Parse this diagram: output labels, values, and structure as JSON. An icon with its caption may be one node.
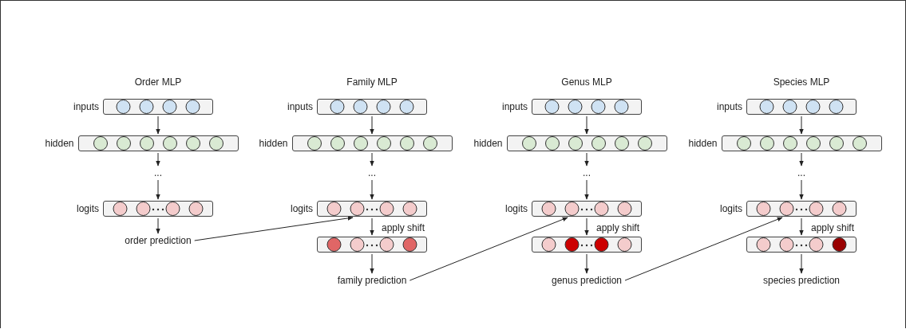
{
  "diagram": {
    "nodes": [
      {
        "text": [],
        "shape": "box",
        "beside": [
          "inputs"
        ]
      },
      {
        "text": [],
        "shape": "box",
        "beside": [
          "hidden"
        ]
      },
      {
        "text": [
          "..."
        ]
      },
      {
        "text": [],
        "shape": "box",
        "beside": [
          "logits"
        ]
      },
      {
        "text": [
          "order prediction"
        ]
      },
      {
        "text": [],
        "shape": "box",
        "beside": [
          "inputs"
        ]
      },
      {
        "text": [],
        "shape": "box",
        "beside": [
          "hidden"
        ]
      },
      {
        "text": [
          "..."
        ]
      },
      {
        "text": [],
        "shape": "box",
        "beside": [
          "logits"
        ]
      },
      {
        "text": [],
        "shape": "box"
      },
      {
        "text": [
          "family prediction"
        ]
      },
      {
        "text": [],
        "shape": "box",
        "beside": [
          "inputs"
        ]
      },
      {
        "text": [],
        "shape": "box",
        "beside": [
          "hidden"
        ]
      },
      {
        "text": [
          "..."
        ]
      },
      {
        "text": [],
        "shape": "box",
        "beside": [
          "logits"
        ]
      },
      {
        "text": [],
        "shape": "box"
      },
      {
        "text": [
          "genus prediction"
        ]
      },
      {
        "text": [],
        "shape": "box",
        "beside": [
          "inputs"
        ]
      },
      {
        "text": [],
        "shape": "box",
        "beside": [
          "hidden"
        ]
      },
      {
        "text": [
          "..."
        ]
      },
      {
        "text": [],
        "shape": "box",
        "beside": [
          "logits"
        ]
      },
      {
        "text": [],
        "shape": "box"
      },
      {
        "text": [
          "species prediction"
        ]
      }
    ],
    "edges": [
      {
        "from": 0,
        "to": 1,
        "arrow": "to"
      },
      {
        "from": 1,
        "to": 2,
        "arrow": "to"
      },
      {
        "from": 2,
        "to": 3,
        "arrow": "to"
      },
      {
        "from": 3,
        "to": 4,
        "arrow": "to"
      },
      {
        "from": 5,
        "to": 6,
        "arrow": "to"
      },
      {
        "from": 6,
        "to": 7,
        "arrow": "to"
      },
      {
        "from": 7,
        "to": 8,
        "arrow": "to"
      },
      {
        "from": 8,
        "to": 9,
        "arrow": "to",
        "label": "apply shift"
      },
      {
        "from": 9,
        "to": 10,
        "arrow": "to"
      },
      {
        "from": 11,
        "to": 12,
        "arrow": "to"
      },
      {
        "from": 12,
        "to": 13,
        "arrow": "to"
      },
      {
        "from": 13,
        "to": 14,
        "arrow": "to"
      },
      {
        "from": 14,
        "to": 15,
        "arrow": "to",
        "label": "apply shift"
      },
      {
        "from": 15,
        "to": 16,
        "arrow": "to"
      },
      {
        "from": 17,
        "to": 18,
        "arrow": "to"
      },
      {
        "from": 18,
        "to": 19,
        "arrow": "to"
      },
      {
        "from": 19,
        "to": 20,
        "arrow": "to"
      },
      {
        "from": 20,
        "to": 21,
        "arrow": "to",
        "label": "apply shift"
      },
      {
        "from": 21,
        "to": 22,
        "arrow": "to"
      },
      {
        "from": 4,
        "to": 8,
        "arrow": "to"
      },
      {
        "from": 10,
        "to": 14,
        "arrow": "to"
      },
      {
        "from": 16,
        "to": 20,
        "arrow": "to"
      }
    ],
    "labels": [
      "Order MLP",
      "Family MLP",
      "Genus MLP",
      "Species MLP"
    ]
  }
}
